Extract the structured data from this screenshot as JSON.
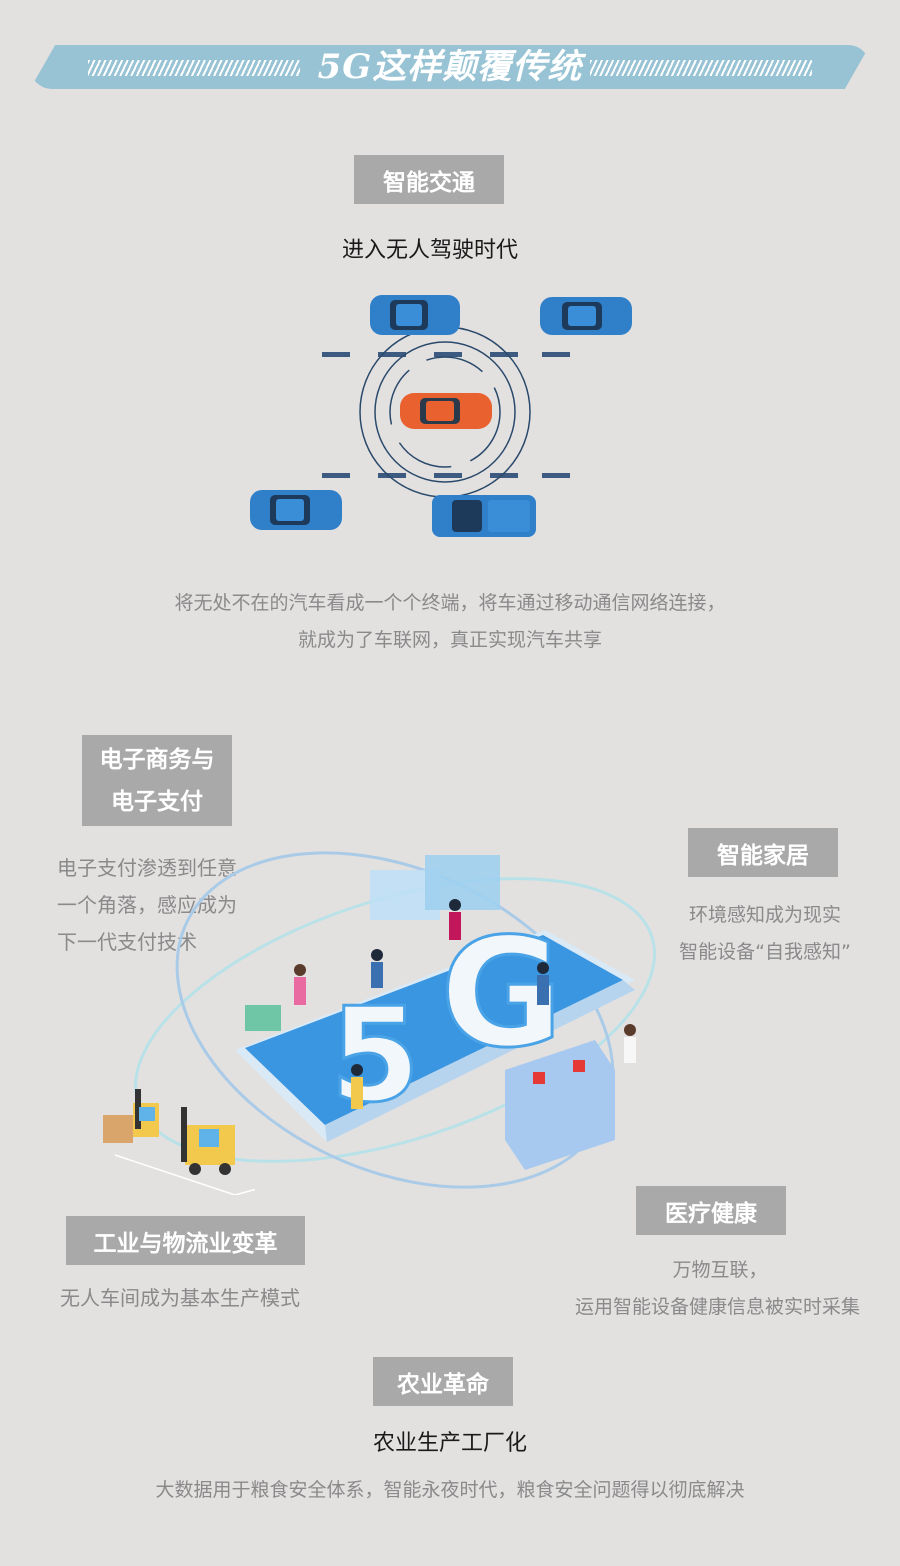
{
  "banner": {
    "title": "5G这样颠覆传统"
  },
  "traffic": {
    "tag": "智能交通",
    "subtitle": "进入无人驾驶时代",
    "desc_line1": "将无处不在的汽车看成一个个终端，将车通过移动通信网络连接，",
    "desc_line2": "就成为了车联网，真正实现汽车共享"
  },
  "ecommerce": {
    "tag_line1": "电子商务与",
    "tag_line2": "电子支付",
    "desc_line1": "电子支付渗透到任意",
    "desc_line2": "一个角落，感应成为",
    "desc_line3": "下一代支付技术"
  },
  "home": {
    "tag": "智能家居",
    "desc_line1": "环境感知成为现实",
    "desc_line2": "智能设备“自我感知”"
  },
  "industry": {
    "tag": "工业与物流业变革",
    "desc": "无人车间成为基本生产模式"
  },
  "health": {
    "tag": "医疗健康",
    "desc_line1": "万物互联，",
    "desc_line2": "运用智能设备健康信息被实时采集"
  },
  "agriculture": {
    "tag": "农业革命",
    "subtitle": "农业生产工厂化",
    "desc": "大数据用于粮食安全体系，智能永夜时代，粮食安全问题得以彻底解决"
  },
  "illustration": {
    "phone_text": "5G",
    "colors": {
      "blue": "#2f7fc9",
      "light_blue": "#5fb3e8",
      "orange": "#e8612f",
      "dark_navy": "#2a4a6b"
    }
  }
}
